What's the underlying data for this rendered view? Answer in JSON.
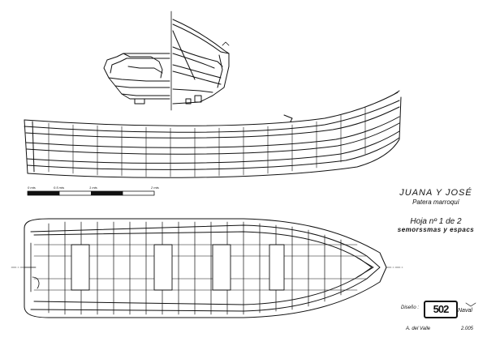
{
  "title_block": {
    "boat_name": "JUANA Y JOSÉ",
    "boat_type": "Patera marroquí",
    "sheet": "Hoja nº 1 de 2",
    "content": "semorssmas y espacs",
    "design_label": "Diseño :",
    "logo": "502",
    "logo_word": "Naval",
    "author": "A. del Valle",
    "year": "2.005"
  },
  "scale_bar": {
    "labels": [
      "0 mts",
      "0.5 mts",
      "1 mts",
      "",
      "2 mts"
    ]
  },
  "colors": {
    "ink": "#111111",
    "paper": "#ffffff"
  }
}
